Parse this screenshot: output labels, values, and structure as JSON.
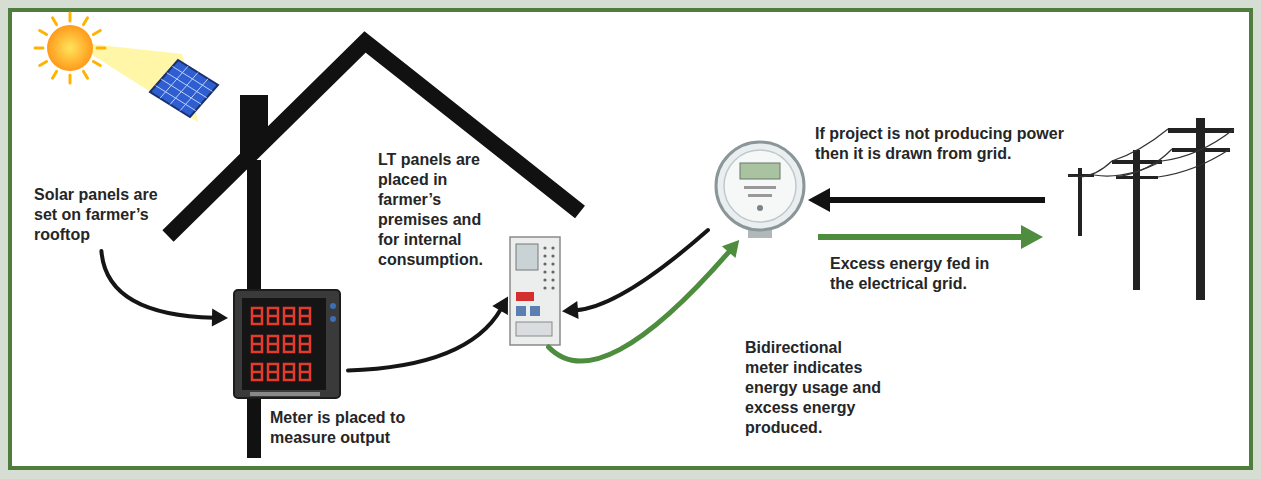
{
  "diagram": {
    "nodes": [
      {
        "text": [
          "Solar panels are set on farmer’s rooftop"
        ]
      },
      {
        "text": [
          "Meter is placed to measure output"
        ]
      },
      {
        "text": [
          "LT panels are placed in farmer’s premises and for internal consumption."
        ]
      },
      {
        "text": [
          "Bidirectional meter indicates energy usage and excess energy produced."
        ]
      }
    ],
    "edges": [
      {
        "from": 0,
        "to": 1,
        "arrow": "to"
      },
      {
        "from": 1,
        "to": 2,
        "arrow": "to"
      },
      {
        "from": 3,
        "to": 2,
        "arrow": "to"
      },
      {
        "from": 2,
        "to": 3,
        "arrow": "to"
      }
    ],
    "labels": [
      "If project is not producing power then it is drawn from grid.",
      "Excess energy fed in the electrical grid."
    ]
  }
}
